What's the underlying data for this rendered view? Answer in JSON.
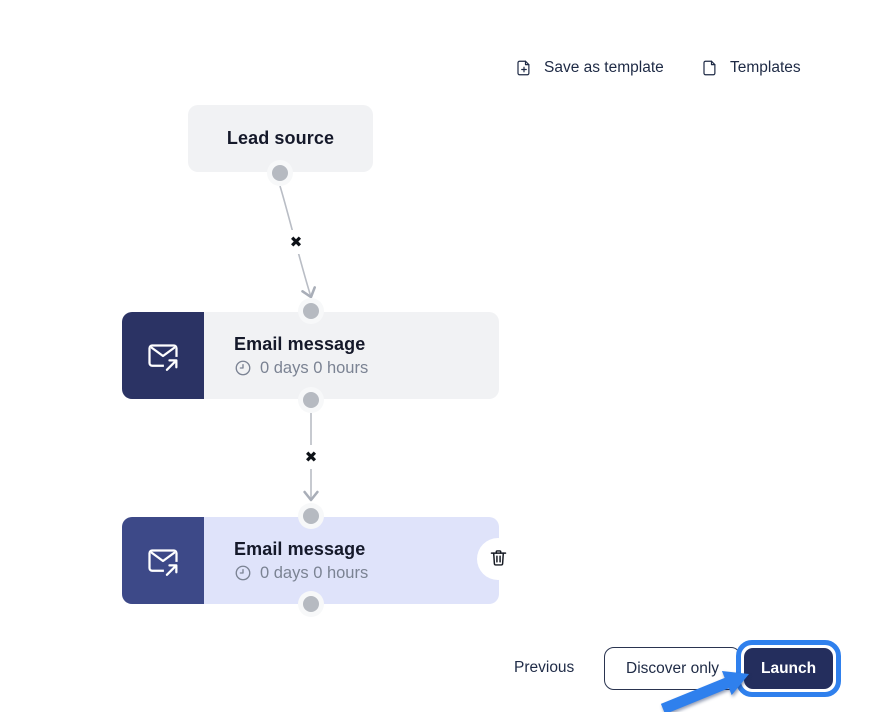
{
  "header": {
    "actions": [
      {
        "label": "Save as template",
        "icon": "file-plus-icon"
      },
      {
        "label": "Templates",
        "icon": "file-icon"
      }
    ]
  },
  "flow": {
    "nodes": [
      {
        "id": "lead-source",
        "title": "Lead source"
      },
      {
        "id": "email-1",
        "title": "Email message",
        "delay": "0 days 0 hours",
        "icon": "email-send-icon"
      },
      {
        "id": "email-2",
        "title": "Email message",
        "delay": "0 days 0 hours",
        "icon": "email-send-icon",
        "selected": true,
        "row_action": "delete"
      }
    ],
    "connectors": [
      {
        "from": "lead-source",
        "to": "email-1",
        "break_glyph": "✖"
      },
      {
        "from": "email-1",
        "to": "email-2",
        "break_glyph": "✖"
      }
    ],
    "x_mark_glyph": "✖"
  },
  "footer": {
    "previous_label": "Previous",
    "discover_label": "Discover only",
    "launch_label": "Launch"
  },
  "annotation": {
    "type": "arrow-highlight",
    "target": "launch-button",
    "color": "#2f80ed"
  },
  "colors": {
    "canvas_bg": "#ffffff",
    "node_bg": "#f1f2f4",
    "node_selected_bg": "#dfe3fa",
    "icon_block_navy": "#2b3364",
    "icon_block_indigo": "#3d4988",
    "launch_navy": "#242e5d",
    "accent_blue": "#2f80ed",
    "title_text": "#15192a",
    "muted_text": "#7b8393",
    "wire_gray": "#b9bdc5",
    "port_gray": "#b6bac1"
  }
}
